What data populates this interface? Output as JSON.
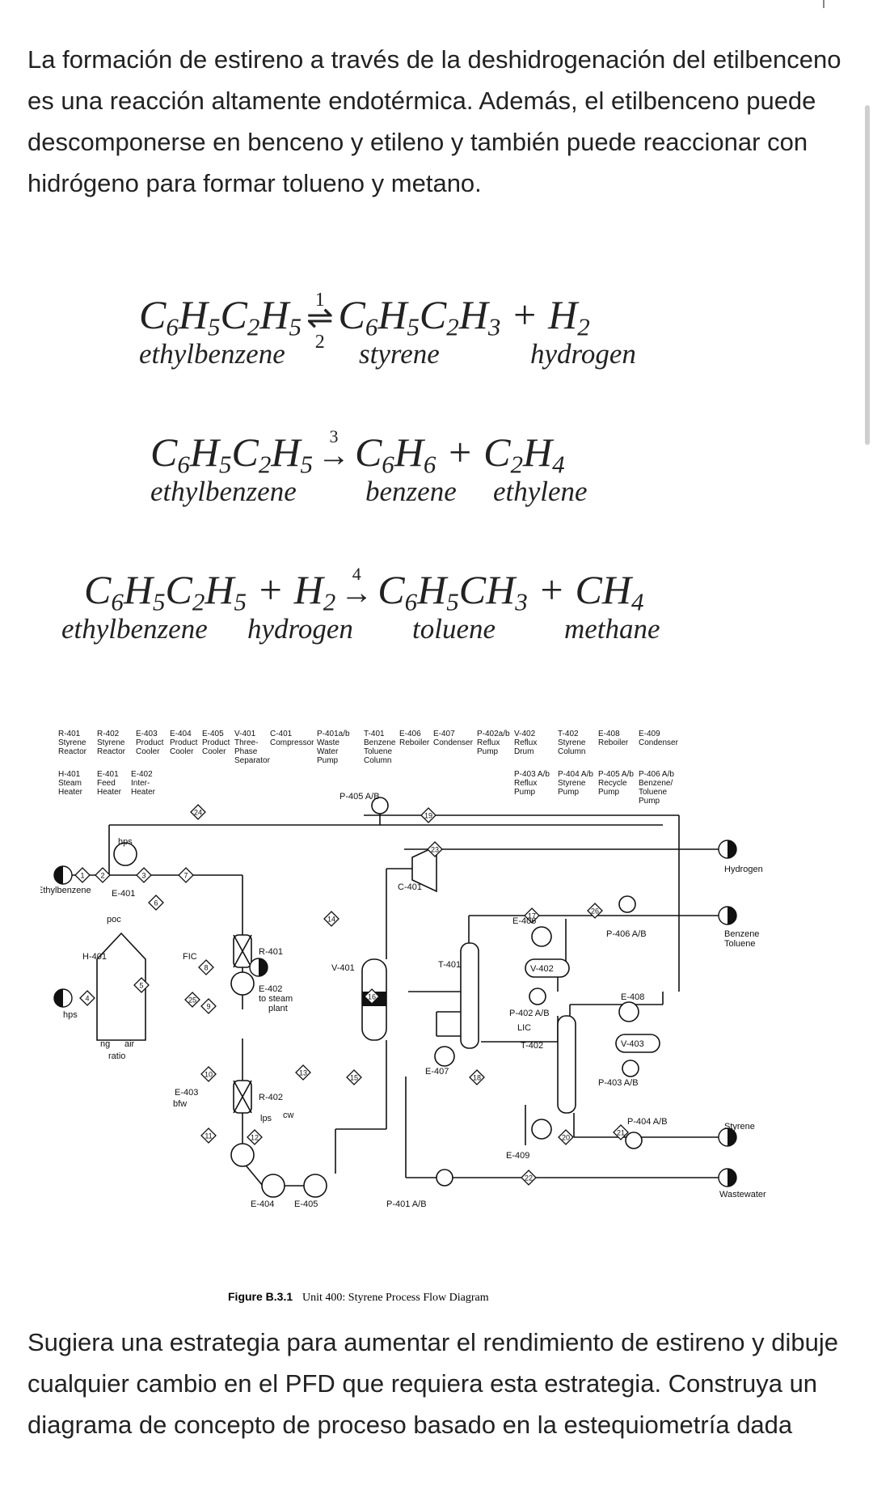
{
  "intro_text": "La formación de estireno a través de la deshidrogenación del etilbenceno es una reacción altamente endotérmica. Además, el etilbenceno puede descomponerse en benceno y etileno y también puede reaccionar con hidrógeno para formar tolueno y metano.",
  "reactions": [
    {
      "k": "1",
      "k2": "2",
      "names": [
        "ethylbenzene",
        "styrene",
        "hydrogen"
      ]
    },
    {
      "k": "3",
      "names": [
        "ethylbenzene",
        "benzene",
        "ethylene"
      ]
    },
    {
      "k": "4",
      "names": [
        "ethylbenzene",
        "hydrogen",
        "toluene",
        "methane"
      ]
    }
  ],
  "legend_row1": [
    [
      "R-401",
      "Styrene",
      "Reactor"
    ],
    [
      "R-402",
      "Styrene",
      "Reactor"
    ],
    [
      "E-403",
      "Product",
      "Cooler"
    ],
    [
      "E-404",
      "Product",
      "Cooler"
    ],
    [
      "E-405",
      "Product",
      "Cooler"
    ],
    [
      "V-401",
      "Three-",
      "Phase",
      "Separator"
    ],
    [
      "C-401",
      "Compressor"
    ],
    [
      "P-401a/b",
      "Waste",
      "Water",
      "Pump"
    ],
    [
      "T-401",
      "Benzene",
      "Toluene",
      "Column"
    ],
    [
      "E-406",
      "Reboiler"
    ],
    [
      "E-407",
      "Condenser"
    ],
    [
      "P-402a/b",
      "Reflux",
      "Pump"
    ],
    [
      "V-402",
      "Reflux",
      "Drum"
    ],
    [
      "T-402",
      "Styrene",
      "Column"
    ],
    [
      "E-408",
      "Reboiler"
    ],
    [
      "E-409",
      "Condenser"
    ]
  ],
  "legend_row2_left": [
    [
      "H-401",
      "Steam",
      "Heater"
    ],
    [
      "E-401",
      "Feed",
      "Heater"
    ],
    [
      "E-402",
      "Inter-",
      "Heater"
    ]
  ],
  "legend_row2_right": [
    [
      "P-403 A/b",
      "Reflux",
      "Pump"
    ],
    [
      "P-404 A/b",
      "Styrene",
      "Pump"
    ],
    [
      "P-405 A/b",
      "Recycle",
      "Pump"
    ],
    [
      "P-406 A/b",
      "Benzene/",
      "Toluene",
      "Pump"
    ]
  ],
  "pfd_labels": {
    "ethylbenzene": "Ethylbenzene",
    "hps_in": "hps",
    "hydrogen": "Hydrogen",
    "benzene_toluene": [
      "Benzene",
      "Toluene"
    ],
    "styrene": "Styrene",
    "wastewater": "Wastewater",
    "to_steam_plant": [
      "to steam",
      "plant"
    ],
    "ng": "ng",
    "air": "air",
    "ratio": "ratio",
    "hps": "hps",
    "poc": "poc",
    "bfw": "bfw",
    "lps": "lps",
    "cw": "cw",
    "fic": "FIC",
    "lic": "LIC"
  },
  "equipment_tags": [
    "E-401",
    "H-401",
    "R-401",
    "E-402",
    "R-402",
    "E-403",
    "E-404",
    "E-405",
    "V-401",
    "C-401",
    "P-405 A/B",
    "T-401",
    "E-406",
    "V-402",
    "P-402 A/B",
    "E-407",
    "T-402",
    "E-408",
    "V-403",
    "P-403 A/B",
    "E-409",
    "P-404 A/B",
    "P-406 A/B",
    "P-401 A/B"
  ],
  "streams": [
    "1",
    "2",
    "3",
    "4",
    "5",
    "6",
    "7",
    "8",
    "9",
    "10",
    "11",
    "12",
    "13",
    "14",
    "15",
    "16",
    "17",
    "18",
    "19",
    "20",
    "21",
    "22",
    "23",
    "24",
    "25",
    "26"
  ],
  "caption_label": "Figure B.3.1",
  "caption_text": "Unit 400: Styrene Process Flow Diagram",
  "question_text": "Sugiera una estrategia para aumentar el rendimiento de estireno y dibuje cualquier cambio en el PFD que requiera esta estrategia. Construya un diagrama de concepto de proceso basado en la estequiometría dada"
}
